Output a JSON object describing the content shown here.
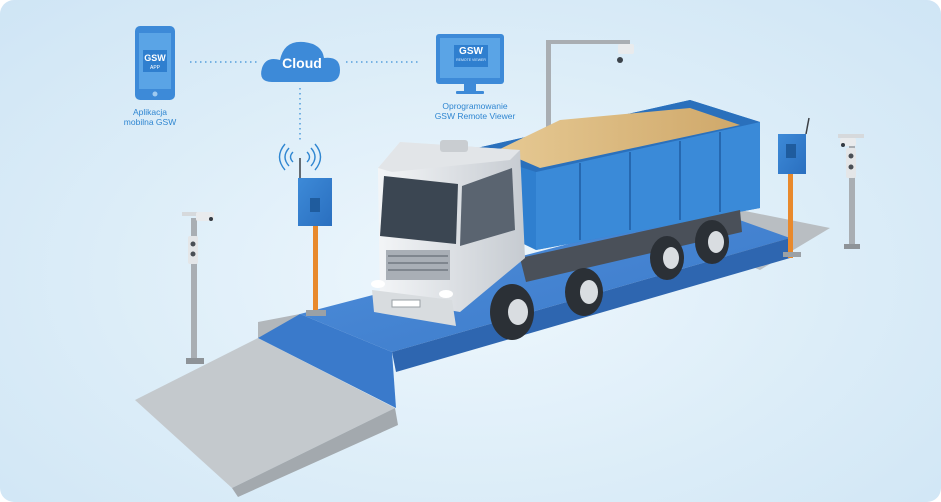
{
  "diagram": {
    "nodes": {
      "mobile_app": {
        "screen_title": "GSW",
        "screen_subtitle": "APP",
        "caption": "Aplikacja\nmobilna GSW"
      },
      "cloud": {
        "label": "Cloud"
      },
      "remote_viewer": {
        "screen_title": "GSW",
        "screen_subtitle": "REMOTE VIEWER",
        "caption": "Oprogramowanie\nGSW Remote Viewer"
      }
    },
    "colors": {
      "accent": "#2f86d1",
      "platform_blue": "#3d7fd0",
      "truck_body_blue": "#2f7fcf",
      "post_orange": "#e8892c",
      "ramp_grey": "#bdc2c6",
      "background": "#dcedf8"
    },
    "icons": [
      "phone-icon",
      "cloud-icon",
      "monitor-icon",
      "wifi-signal-icon",
      "cctv-camera-icon",
      "traffic-light-icon",
      "terminal-box-icon",
      "dump-truck-icon"
    ]
  }
}
